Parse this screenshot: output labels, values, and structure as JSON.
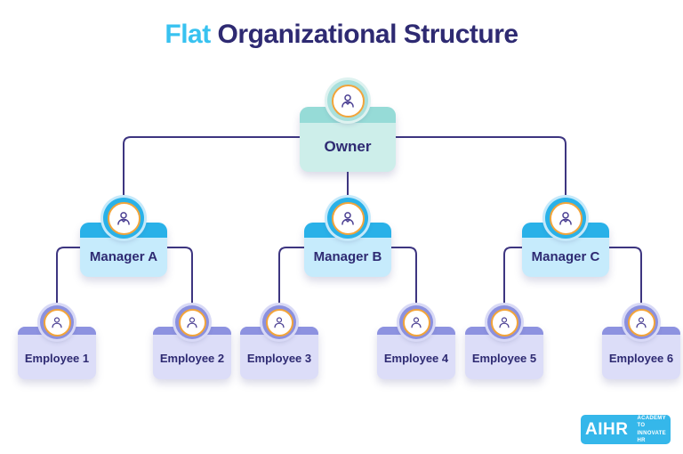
{
  "title": {
    "highlight": "Flat",
    "rest": " Organizational Structure"
  },
  "org_chart": {
    "type": "org-tree",
    "root": {
      "label": "Owner",
      "icon": "businessman-briefcase-icon",
      "reports": [
        "Manager A",
        "Manager B",
        "Manager C"
      ]
    },
    "managers": [
      {
        "label": "Manager A",
        "icon": "businesswoman-icon",
        "reports": [
          "Employee 1",
          "Employee 2"
        ]
      },
      {
        "label": "Manager B",
        "icon": "businessman-glasses-icon",
        "reports": [
          "Employee 3",
          "Employee 4"
        ]
      },
      {
        "label": "Manager C",
        "icon": "businessman-icon",
        "reports": [
          "Employee 5",
          "Employee 6"
        ]
      }
    ],
    "employees": [
      {
        "label": "Employee 1",
        "icon": "worker-gears-icon"
      },
      {
        "label": "Employee 2",
        "icon": "worker-helmet-icon"
      },
      {
        "label": "Employee 3",
        "icon": "woman-employee-icon"
      },
      {
        "label": "Employee 4",
        "icon": "woman-gear-icon"
      },
      {
        "label": "Employee 5",
        "icon": "support-headset-icon"
      },
      {
        "label": "Employee 6",
        "icon": "woman-employee-icon"
      }
    ]
  },
  "footer_logo": {
    "brand": "AIHR",
    "tagline_line1": "ACADEMY TO",
    "tagline_line2": "INNOVATE HR"
  },
  "colors": {
    "title_navy": "#2e2a72",
    "title_cyan": "#38c2f0",
    "connector": "#3d3580",
    "owner_bar": "#96dbd7",
    "owner_body": "#cdeeea",
    "manager_bar": "#29b1e8",
    "manager_body": "#c6ebfc",
    "employee_bar": "#8d92e0",
    "employee_body": "#dcddf8",
    "icon_ring_orange": "#f2a43a",
    "logo_blue": "#35b7ea"
  }
}
